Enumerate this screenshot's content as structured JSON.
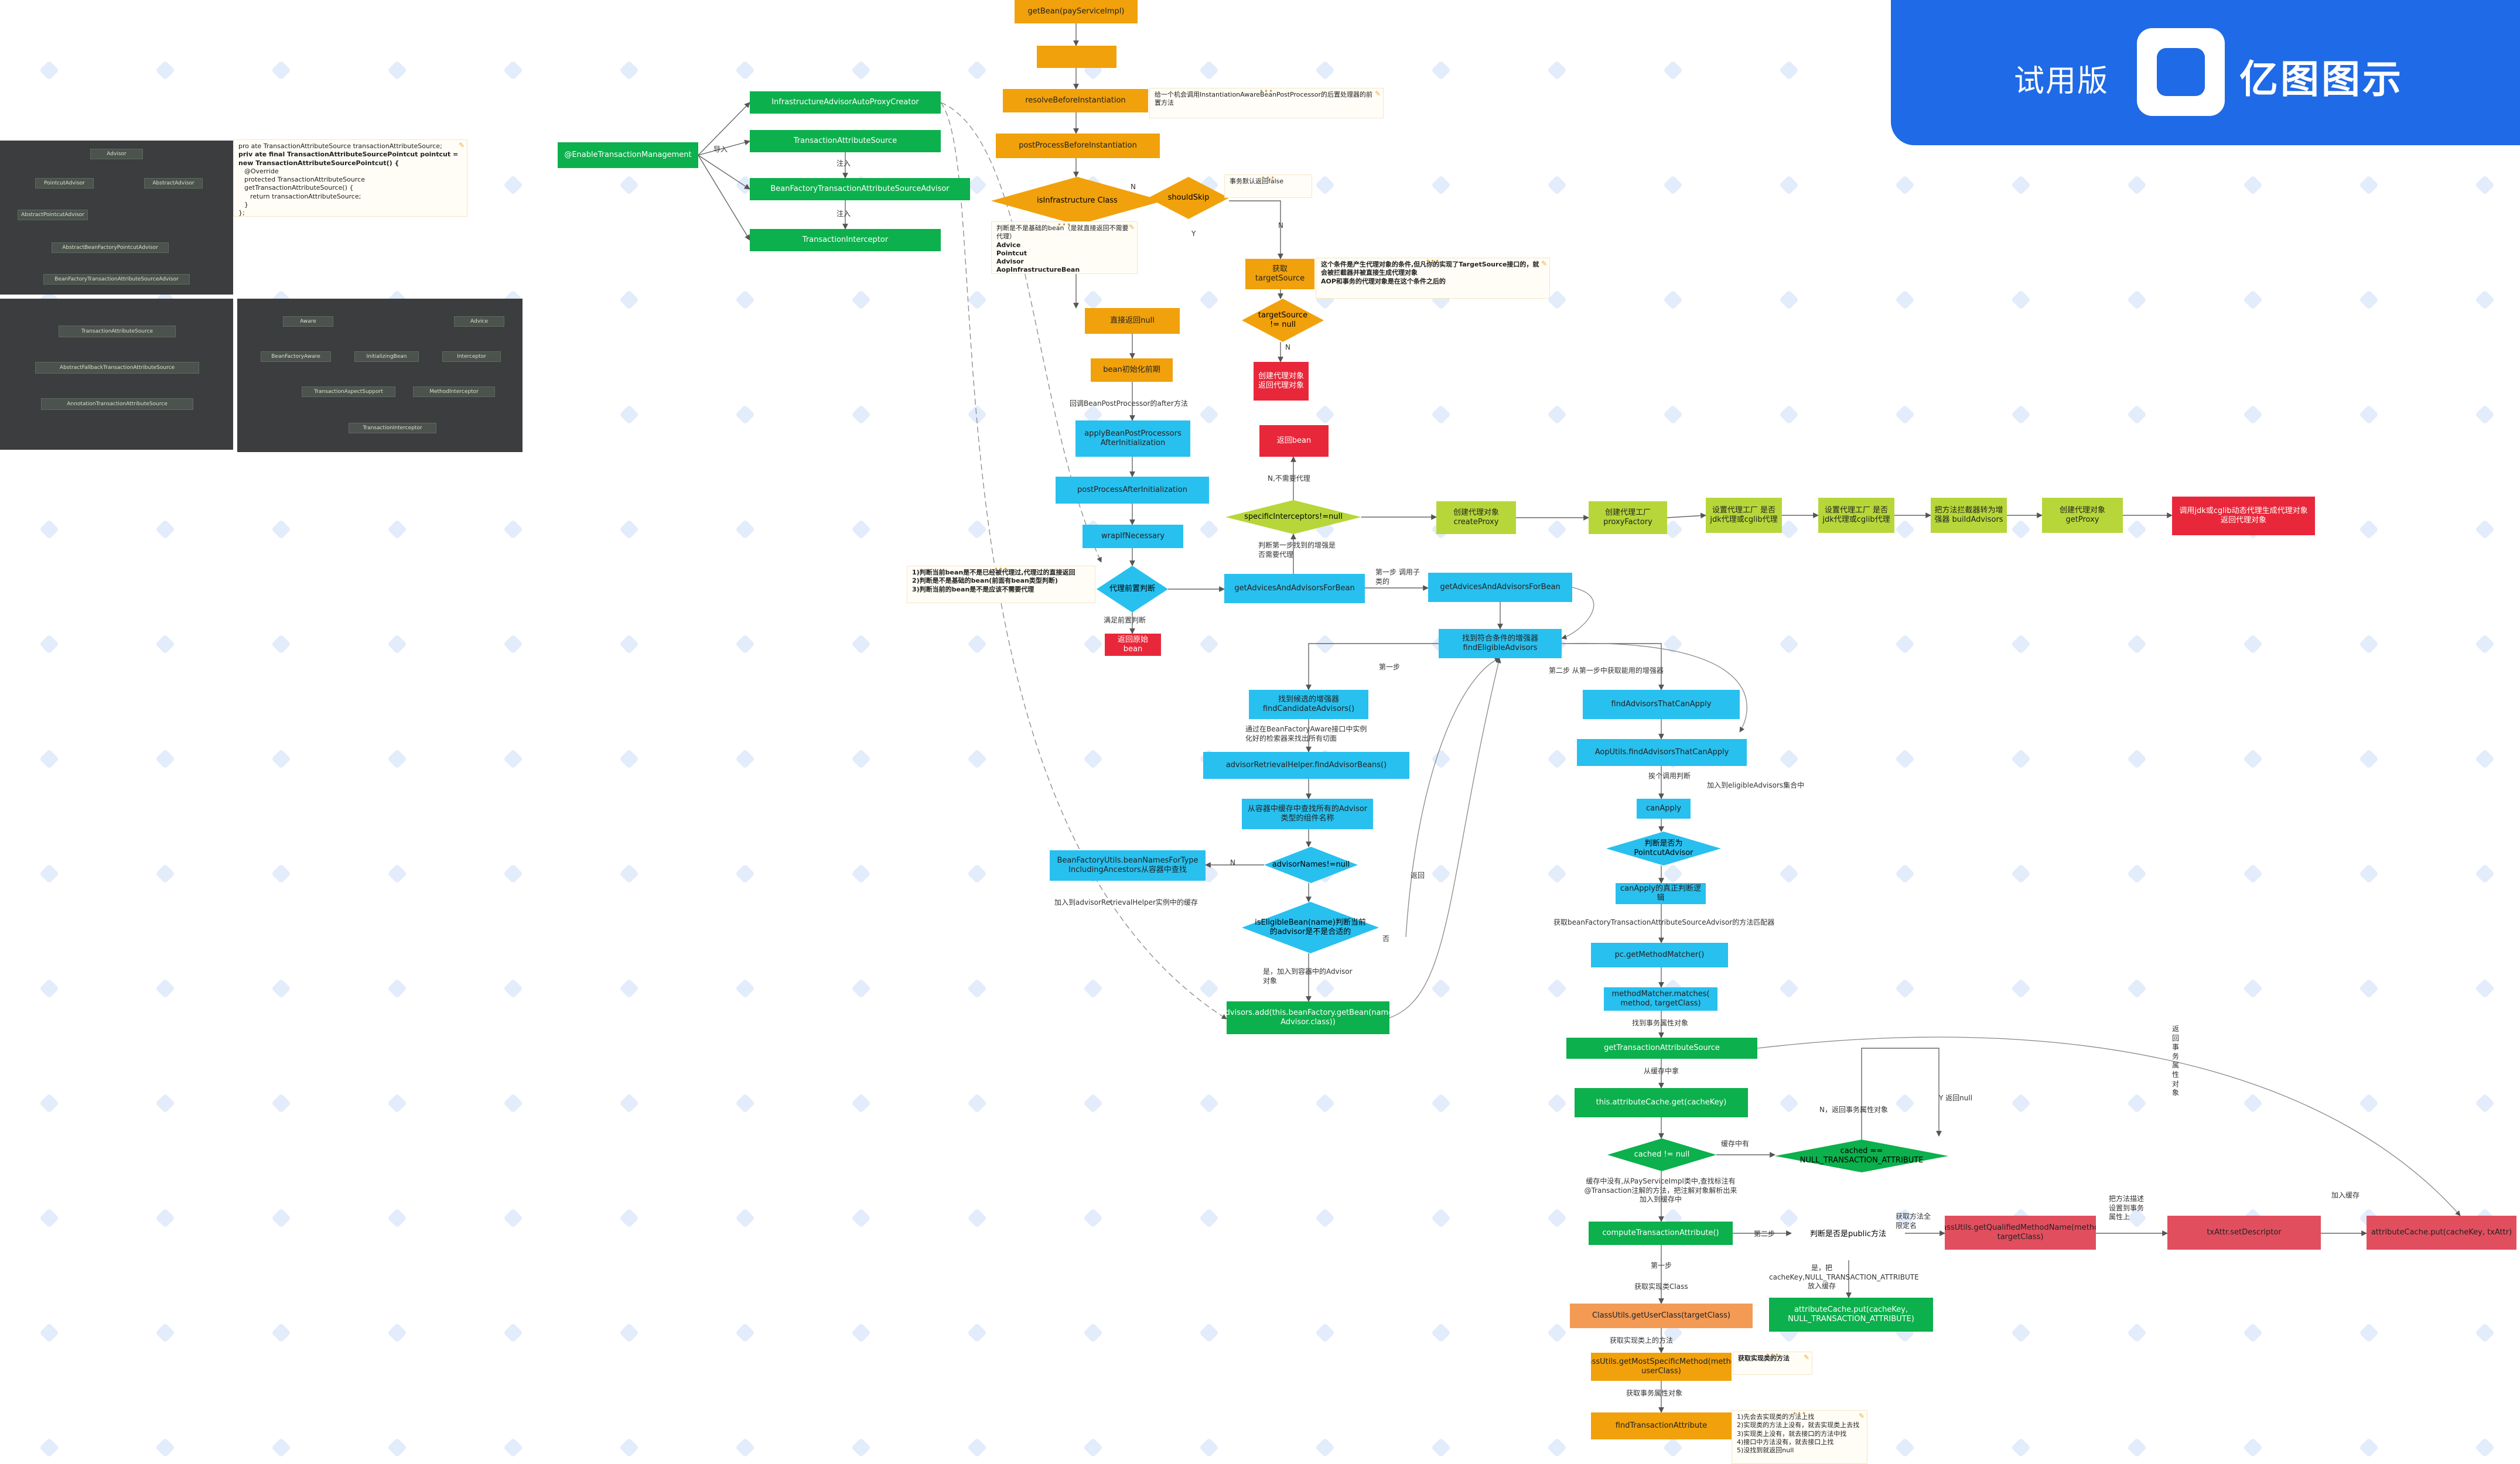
{
  "banner": {
    "trial": "试用版",
    "brand": "亿图图示",
    "color": "#1f6ae6"
  },
  "colors": {
    "orange": "#f1a10b",
    "green": "#0cb04c",
    "blue": "#28c0ef",
    "red": "#e8283a",
    "lime": "#b7d63a",
    "pink": "#e14f5f"
  },
  "nodes": {
    "getBean": "getBean(payServiceImpl)",
    "resolveBefore": "resolveBeforeInstantiation",
    "postProcessBefore": "postProcessBeforeInstantiation",
    "isInfra": "isInfrastructure Class",
    "shouldSkip": "shouldSkip",
    "getTarget": "获取 targetSource",
    "targetNull": "targetSource != null",
    "returnNull": "直接返回null",
    "beanInit": "bean初始化前期",
    "applyAfter": "applyBeanPostProcessors AfterInitialization",
    "postProcessAfter": "postProcessAfterInitialization",
    "wrap": "wrapIfNecessary",
    "proxyJudge": "代理前置判断",
    "createProxyRed": "创建代理对象 返回代理对象",
    "noProxyRed": "返回原始bean",
    "skipRed": "返回bean",
    "getAdvicesA": "getAdvicesAndAdvisorsForBean",
    "getAdvicesB": "getAdvicesAndAdvisorsForBean",
    "specific": "specificInterceptors!=null",
    "createProxy": "创建代理对象 createProxy",
    "proxyFactory": "创建代理工厂 proxyFactory",
    "jdk1": "设置代理工厂 是否jdk代理或cglib代理",
    "jdk2": "设置代理工厂 是否jdk代理或cglib代理",
    "buildAdvisors": "把方法拦截器转为增强器 buildAdvisors",
    "getProxy": "创建代理对象 getProxy",
    "finalRed": "调用jdk或cglib动态代理生成代理对象 返回代理对象",
    "findEligible": "找到符合条件的增强器 findEligibleAdvisors",
    "findCandidate": "找到候选的增强器 findCandidateAdvisors()",
    "retrievalHelper": "advisorRetrievalHelper.findAdvisorBeans()",
    "fromCache": "从容器中缓存中查找所有的Advisor类型的组件名称",
    "beanNamesForType": "BeanFactoryUtils.beanNamesForType IncludingAncestors从容器中查找",
    "advisorNames": "advisorNames!=null",
    "isEligible": "isEligibleBean(name)判断当前的advisor是不是合适的",
    "advisorsAdd": "advisors.add(this.beanFactory.getBean(name, Advisor.class))",
    "findThatCanApply": "findAdvisorsThatCanApply",
    "aopUtils": "AopUtils.findAdvisorsThatCanApply",
    "canApply": "canApply",
    "isPointcut": "判断是否为PointcutAdvisor",
    "canApplyPc": "canApply的真正判断逻辑",
    "getMethodMatcher": "pc.getMethodMatcher()",
    "matches": "methodMatcher.matches( method, targetClass)",
    "getTxAttr": "getTransactionAttributeSource",
    "cacheGet": "this.attributeCache.get(cacheKey)",
    "cachedNull": "cached != null",
    "noneAttr": "cached == NULL_TRANSACTION_ATTRIBUTE",
    "computeTx": "computeTransactionAttribute()",
    "judgeMethod": "判断是否是public方法",
    "methodIdentification": "ClassUtils.getQualifiedMethodName(method, targetClass)",
    "setDescriptor": "txAttr.setDescriptor",
    "cachePutRight": "attributeCache.put(cacheKey, txAttr)",
    "cachePutNull": "attributeCache.put(cacheKey, NULL_TRANSACTION_ATTRIBUTE)",
    "getUserClass": "ClassUtils.getUserClass(targetClass)",
    "getMostSpecific": "ClassUtils.getMostSpecificMethod(method, userClass)",
    "findTxAttr": "findTransactionAttribute",
    "enableTx": "@EnableTransactionManagement",
    "infraCreator": "InfrastructureAdvisorAutoProxyCreator",
    "txAttrSource": "TransactionAttributeSource",
    "bfAdvisor": "BeanFactoryTransactionAttributeSourceAdvisor",
    "txInterceptor": "TransactionInterceptor"
  },
  "labels": {
    "imported": "导入",
    "injectA": "注入",
    "injectB": "注入",
    "y1": "Y",
    "n1": "N",
    "y2": "Y",
    "n2": "N",
    "n3": "N",
    "afterNote": "回调BeanPostProcessor的after方法",
    "noSpecific": "N,不需要代理",
    "judgeNote": "判断第一步找到的增强是否需要代理",
    "firstCall": "第一步 调用子类的",
    "step1": "第一步",
    "step2": "第二步 从第一步中获取能用的增强器",
    "bfAware": "通过在BeanFactoryAware接口中实例化好的检索器来找出所有切面",
    "addHelper": "加入到advisorRetrievalHelper实例中的缓存",
    "isAdd": "是，加入到容器中的Advisor对象",
    "returnLabel": "返回",
    "addEligible": "加入到eligibleAdvisors集合中",
    "judgeLogic": "获取beanFactoryTransactionAttributeSourceAdvisor的方法匹配器",
    "findMatcher": "找到事务属性对象",
    "fromCacheLabel": "从缓存中拿",
    "notFound": "N，返回事务属性对象",
    "yNull": "Y 返回null",
    "cacheHas": "缓存中有",
    "noCacheNote": "缓存中没有,从PayServiceImpl类中,查找标注有@Transaction注解的方法，把注解对象解析出来加入到缓存中",
    "step1b": "第一步",
    "notTx": "是，把cacheKey,NULL_TRANSACTION_ATTRIBUTE放入缓存",
    "getProxyClass": "获取实现类Class",
    "getImplMethod": "获取实现类上的方法",
    "getTxAttrLabel": "获取事务属性对象",
    "fullMethodName": "获取方法全限定名",
    "setTo": "把方法描述设置到事务属性上",
    "addCache": "加入缓存",
    "returnTx": "返回事务属性对象",
    "step2b": "第二步"
  },
  "notes": {
    "resolveNote": "给一个机会调用InstantiationAwareBeanPostProcessor的后置处理器的前置方法",
    "shouldSkipNote": "事务默认返回false",
    "infraNote": [
      "判断是不是基础的bean（是就直接返回不需要代理）",
      "Advice",
      "Pointcut",
      "Advisor",
      "AopInfrastructureBean"
    ],
    "targetNote": [
      "这个条件是产生代理对象的条件,但凡你的实现了TargetSource接口的，就会被拦截器并被直接生成代理对象",
      "AOP和事务的代理对象是在这个条件之后的"
    ],
    "proxyJudgeNote": [
      "1)判断当前bean是不是已经被代理过,代理过的直接返回",
      "2)判断是不是基础的bean(前面有bean类型判断)",
      "3)判断当前的bean是不是应该不需要代理"
    ],
    "codeNote": [
      "pro ate TransactionAttributeSource transactionAttributeSource;",
      "priv ate final TransactionAttributeSourcePointcut pointcut = new TransactionAttributeSourcePointcut() {",
      "@Override",
      "protected TransactionAttributeSource getTransactionAttributeSource() {",
      "return transactionAttributeSource;",
      "}",
      "};"
    ],
    "mostSpecificNote": "获取实现类的方法",
    "findNote": [
      "1)先会去实现类的方法上找",
      "2)实现类的方法上没有，就去实现类上去找",
      "3)实现类上没有，就去接口的方法中找",
      "4)接口中方法没有，就去接口上找",
      "5)没找到就返回null"
    ]
  },
  "uml": {
    "p1": [
      "Advisor",
      "PointcutAdvisor",
      "AbstractAdvisor",
      "AbstractPointcutAdvisor",
      "AbstractBeanFactoryPointcutAdvisor",
      "BeanFactoryTransactionAttributeSourceAdvisor"
    ],
    "p2": [
      "TransactionAttributeSource",
      "AbstractFallbackTransactionAttributeSource",
      "AnnotationTransactionAttributeSource"
    ],
    "p3": [
      "Aware",
      "Advice",
      "BeanFactoryAware",
      "InitializingBean",
      "Interceptor",
      "TransactionAspectSupport",
      "MethodInterceptor",
      "TransactionInterceptor"
    ]
  }
}
